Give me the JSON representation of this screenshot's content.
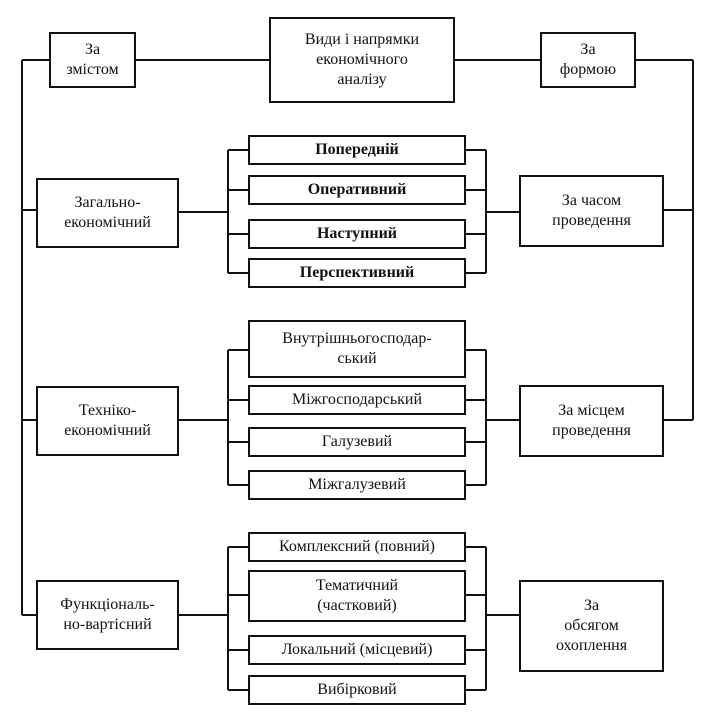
{
  "root": {
    "label": "Види і напрямки\nекономічного\nаналізу"
  },
  "content_group": {
    "label": "За\nзмістом"
  },
  "form_group": {
    "label": "За\nформою"
  },
  "content_types": [
    {
      "label": "Загально-\nекономічний"
    },
    {
      "label": "Техніко-\nекономічний"
    },
    {
      "label": "Функціональ-\nно-вартісний"
    }
  ],
  "criteria": {
    "time": {
      "label": "За часом\nпроведення"
    },
    "place": {
      "label": "За місцем\nпроведення"
    },
    "coverage": {
      "label": "За\nобсягом\nохоплення"
    }
  },
  "time_types": [
    "Попередній",
    "Оперативний",
    "Наступний",
    "Перспективний"
  ],
  "place_types": [
    "Внутрішньогосподар-\nський",
    "Міжгосподарський",
    "Галузевий",
    "Міжгалузевий"
  ],
  "coverage_types": [
    "Комплексний (повний)",
    "Тематичний\n(частковий)",
    "Локальний (місцевий)",
    "Вибірковий"
  ],
  "colors": {
    "line": "#111111",
    "background": "#ffffff"
  }
}
